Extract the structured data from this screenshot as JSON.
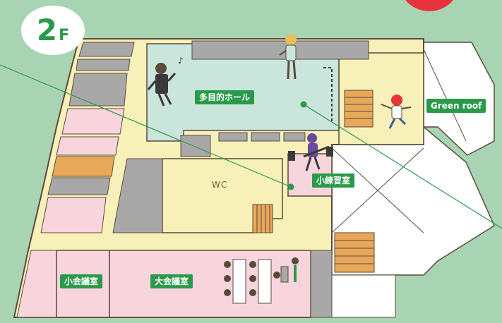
{
  "floor": {
    "number": "2",
    "suffix": "F"
  },
  "rooms": {
    "hall": "多目的ホール",
    "green_roof": "Green roof",
    "practice": "小練習室",
    "wc": "WC",
    "small_meeting": "小会議室",
    "large_meeting": "大会議室"
  },
  "colors": {
    "background": "#a9d4b4",
    "label_bg": "#2a9a4a",
    "corridor": "#f7f1b9",
    "hall": "#c9e5dc",
    "meeting": "#f8d4dd",
    "service": "#a8a8a8",
    "accent_red": "#e8323b"
  }
}
